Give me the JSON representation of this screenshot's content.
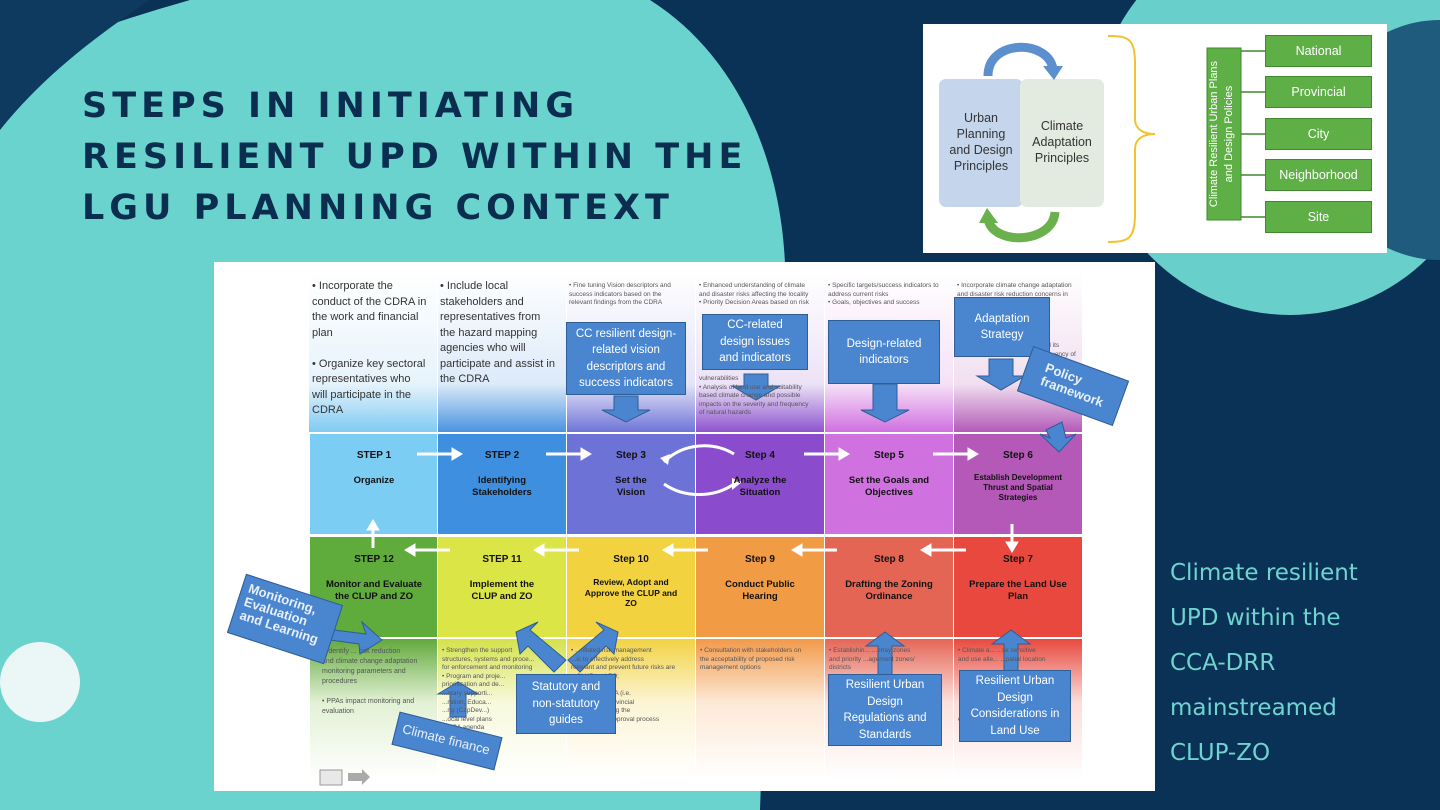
{
  "slide": {
    "title_lines": [
      "STEPS IN INITIATING",
      "RESILIENT UPD WITHIN THE",
      "LGU PLANNING CONTEXT"
    ],
    "side_text_lines": [
      "Climate resilient",
      "UPD within the",
      "CCA-DRR",
      "mainstreamed",
      "CLUP-ZO"
    ],
    "colors": {
      "background": "#0a3156",
      "teal_blob": "#6ad3ce",
      "title": "#0b2d4f",
      "side_text": "#6fd3cf"
    }
  },
  "top_diagram": {
    "left_box": "Urban\nPlanning\nand Design\nPrinciples",
    "right_box": "Climate\nAdaptation\nPrinciples",
    "vertical_label": "Climate Resilient Urban Plans\nand Design Policies",
    "scales": [
      "National",
      "Provincial",
      "City",
      "Neighborhood",
      "Site"
    ]
  },
  "main_figure": {
    "top_notes": [
      "• Incorporate the\n  conduct of the CDRA in\n  the work and financial\n  plan\n\n• Organize key sectoral\n  representatives who\n  will participate in the\n  CDRA",
      "• Include local\n  stakeholders and\n  representatives from\n  the hazard mapping\n  agencies who will\n  participate and assist in\n  the CDRA"
    ],
    "small_notes_top": [
      "• Fine tuning Vision descriptors and\n  success indicators based on the\n  relevant findings from the CDRA",
      "• Enhanced understanding of climate\n  and disaster risks affecting the locality\n• Priority Decision Areas based on risk",
      "• Specific targets/success indicators to\n  address current risks\n• Goals, objectives and success",
      "• Incorporate climate change adaptation\n  and disaster risk reduction concerns in"
    ],
    "small_notes_top_extra": [
      "vulnerabilities\n• Analysis of land use and suitability\n  based climate change and possible\n  impacts on the severity and frequency\n  of natural hazards",
      "and its\nfrequency of hazards"
    ],
    "steps_row1": [
      {
        "label": "STEP 1",
        "name": "Organize"
      },
      {
        "label": "STEP 2",
        "name": "Identifying\nStakeholders"
      },
      {
        "label": "Step 3",
        "name": "Set the\nVision"
      },
      {
        "label": "Step 4",
        "name": "Analyze the\nSituation"
      },
      {
        "label": "Step 5",
        "name": "Set the Goals and\nObjectives"
      },
      {
        "label": "Step 6",
        "name": "Establish Development\nThrust and Spatial\nStrategies"
      }
    ],
    "steps_row2": [
      {
        "label": "STEP 12",
        "name": "Monitor and Evaluate\nthe CLUP and ZO"
      },
      {
        "label": "STEP 11",
        "name": "Implement the\nCLUP and ZO"
      },
      {
        "label": "Step 10",
        "name": "Review, Adopt and\nApprove the CLUP and\nZO"
      },
      {
        "label": "Step 9",
        "name": "Conduct Public\nHearing"
      },
      {
        "label": "Step 8",
        "name": "Drafting the Zoning\nOrdinance"
      },
      {
        "label": "Step 7",
        "name": "Prepare the Land Use\nPlan"
      }
    ],
    "bottom_notes": [
      "• Identify ... risk reduction\n  and climate change adaptation\n  monitoring parameters and\n  procedures\n\n• PPAs impact monitoring and\n  evaluation",
      "• Strengthen the support\n  structures, systems and proce...\n  for enforcement and monitoring\n• Program and proje...\n  prioritization and de...\n  ...ntary supporti...\n  ...ration, Educa...\n  ...ng (CapDev...)\n  ...ocal level plans\n  ...CCA agenda",
      "• ...nflated risk management\n  ...ic to effectively address\n  relevant and prevent future risks are\n  ...CLUP and ZO;\n  ...tatives from\n  ...d in DRR-CCA (i.e.\n  ...agencies, Provincial\n  ...al CCC) during the\n  ...review and approval process",
      "• Consultation with stakeholders on\n  the acceptability of proposed risk\n  management options",
      "• Establishin... ...erlay zones\n  and priority ...agement zones/\n  districts\n\n\n\n\n\n• Consultation with hazard experts\n  and stakeholders in the\n  identification of zoning regulations",
      "• Climate a... ...sk sensitive\n  and use alle... ...patial location\n\n\n\n\n\n\n  change adaptation"
    ],
    "callouts": {
      "cc_resilient": "CC resilient design-\nrelated vision\ndescriptors and\nsuccess indicators",
      "cc_related": "CC-related\ndesign issues\nand indicators",
      "design_related": "Design-related\nindicators",
      "adaptation_strategy": "Adaptation\nStrategy",
      "policy_framework": "Policy\nframework",
      "monitoring": "Monitoring,\nEvaluation\nand Learning",
      "statutory": "Statutory and\nnon-statutory\nguides",
      "climate_finance": "Climate finance",
      "resilient_regulations": "Resilient Urban\nDesign\nRegulations and\nStandards",
      "resilient_considerations": "Resilient Urban\nDesign\nConsiderations in\nLand Use"
    }
  }
}
